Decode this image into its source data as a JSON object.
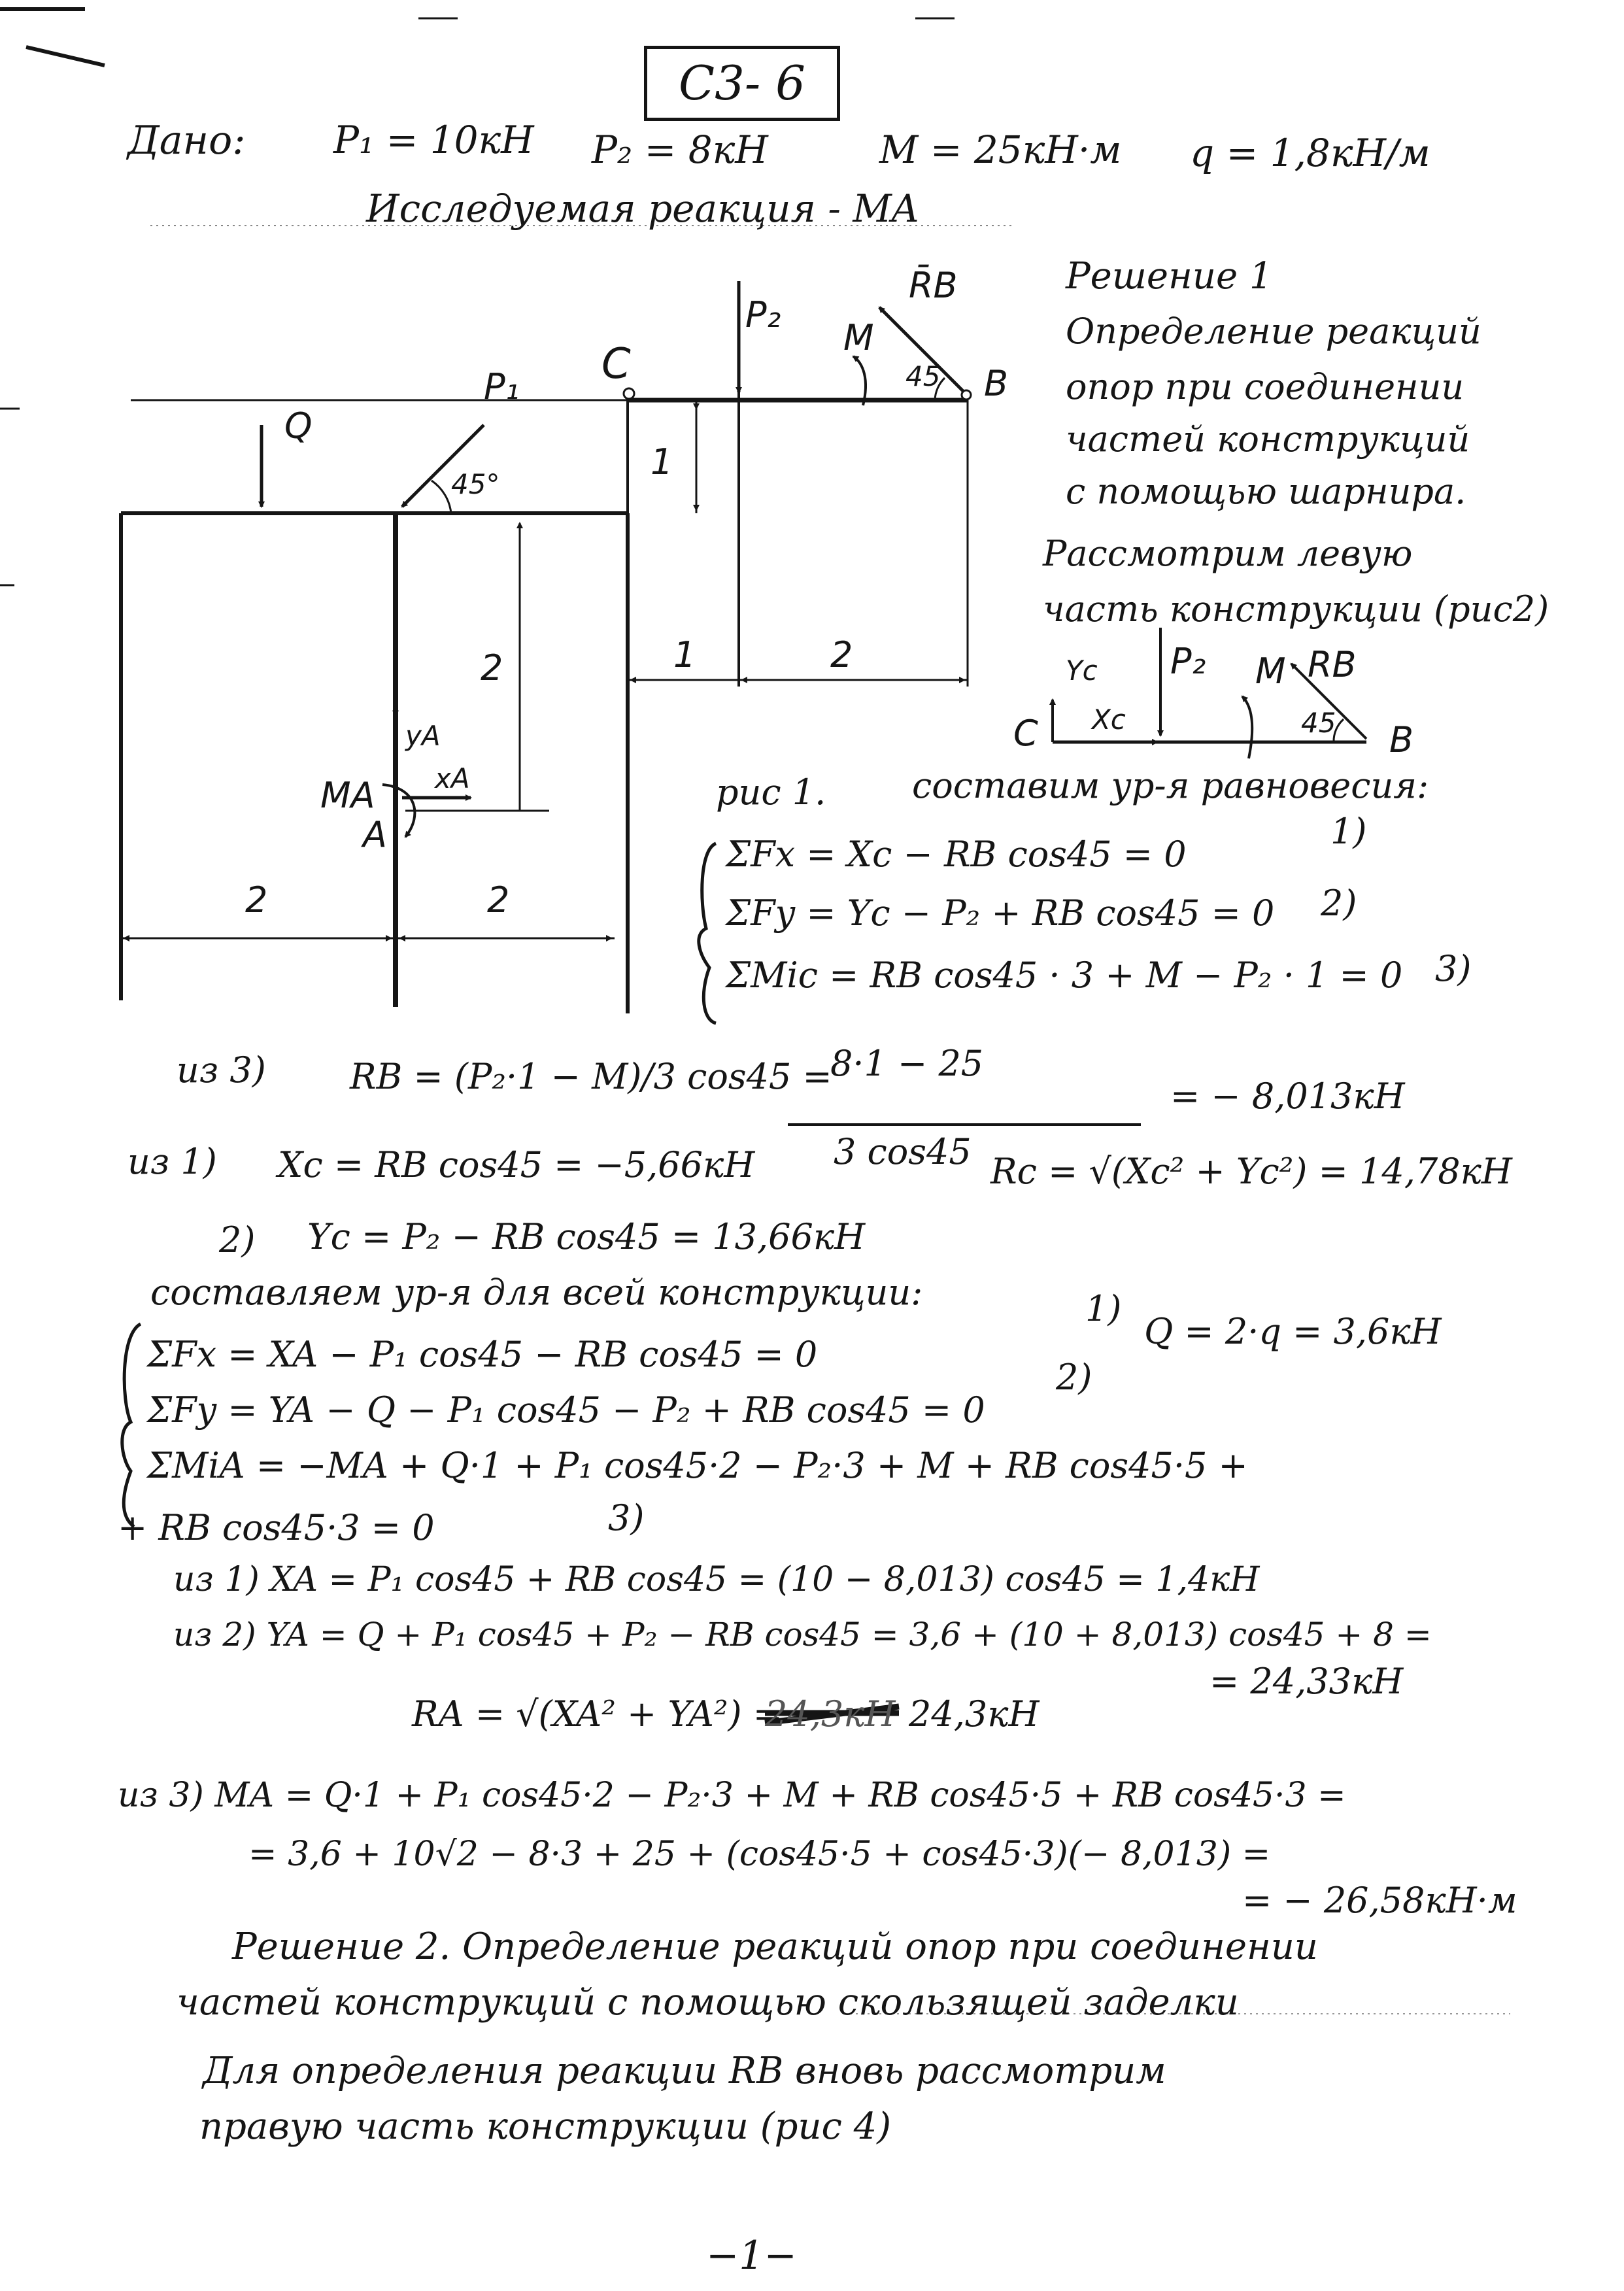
{
  "header": {
    "title": "С3- 6",
    "given_label": "Дано:",
    "p1": "P₁ = 10кН",
    "p2": "P₂ = 8кН",
    "m": "M = 25кН·м",
    "q": "q = 1,8кН/м",
    "target": "Исследуемая реакция - MA"
  },
  "figure1": {
    "label_q": "Q",
    "label_p1": "P₁",
    "angle_p1": "45°",
    "label_c": "C",
    "label_p2": "P₂",
    "label_m": "M",
    "label_rb": "R̄B",
    "angle_rb": "45",
    "label_b": "B",
    "dim_top": "1",
    "dim_vertical": "2",
    "dim_mid_left": "1",
    "dim_mid_right": "2",
    "label_ya": "yA",
    "label_xa": "xA",
    "label_ma": "MA",
    "label_a": "A",
    "dim_bottom_left": "2",
    "dim_bottom_right": "2",
    "caption": "рис 1."
  },
  "solution1": {
    "heading": "Решение 1",
    "text_lines": [
      "Определение реакций",
      "опор при соединении",
      "частей конструкций",
      "с помощью шарнира.",
      "Рассмотрим левую",
      "часть конструкции (рис2)"
    ]
  },
  "figure2": {
    "label_yc": "Yc",
    "label_p2": "P₂",
    "label_m": "M",
    "label_rb": "RB",
    "label_c": "C",
    "label_xc": "Xc",
    "angle": "45",
    "label_b": "B"
  },
  "equations1": {
    "intro": "составим ур-я равновесия:",
    "eq1": "ΣFx = Xc − RB cos45 = 0",
    "eq1_num": "1)",
    "eq2": "ΣFy = Yc − P₂ + RB cos45 = 0",
    "eq2_num": "2)",
    "eq3": "ΣMic = RB cos45 · 3 + M − P₂ · 1 = 0",
    "eq3_num": "3)"
  },
  "results1": {
    "rb_prefix": "из 3)",
    "rb_expr": "RB = (P₂·1 − M)/3 cos45 =",
    "rb_numerator": "8·1 − 25",
    "rb_denominator": "3 cos45",
    "rb_result": "= − 8,013кН",
    "xc_prefix": "из 1)",
    "xc": "Xc = RB cos45 = −5,66кН",
    "rc": "Rc = √(Xc² + Yc²) = 14,78кН",
    "yc_prefix": "2)",
    "yc": "Yc = P₂ − RB cos45 = 13,66кН"
  },
  "equations2": {
    "intro": "составляем ур-я для всей конструкции:",
    "q_value": "Q = 2·q = 3,6кН",
    "eq1": "ΣFx = XA − P₁ cos45 − RB cos45 = 0",
    "eq1_num": "1)",
    "eq2": "ΣFy = YA − Q − P₁ cos45 − P₂ + RB cos45 = 0",
    "eq2_num": "2)",
    "eq3": "ΣMiA = −MA + Q·1 + P₁ cos45·2 − P₂·3 + M + RB cos45·5 +",
    "eq3_cont": "+ RB cos45·3 = 0",
    "eq3_num": "3)"
  },
  "results2": {
    "xa_line": "из 1) XA = P₁ cos45 + RB cos45 = (10 − 8,013) cos45 = 1,4кН",
    "ya_line": "из 2) YA = Q + P₁ cos45 + P₂ − RB cos45 = 3,6 + (10 + 8,013) cos45 + 8 =",
    "ya_result": "= 24,33кН",
    "ra": "RA = √(XA² + YA²) =",
    "ra_struck": "24,3кН",
    "ra_value": "24,3кН",
    "ma_line1": "из 3) MA = Q·1 + P₁ cos45·2 − P₂·3 + M + RB cos45·5 + RB cos45·3 =",
    "ma_line2": "= 3,6 + 10√2 − 8·3 + 25 + (cos45·5 + cos45·3)(− 8,013) =",
    "ma_result": "= − 26,58кН·м"
  },
  "solution2": {
    "line1": "Решение 2. Определение реакций опор при соединении",
    "line2": "частей конструкций с помощью скользящей заделки",
    "line3": "Для определения реакции RB вновь рассмотрим",
    "line4": "правую часть конструкции (рис 4)"
  },
  "footer": {
    "page_number": "−1−"
  }
}
